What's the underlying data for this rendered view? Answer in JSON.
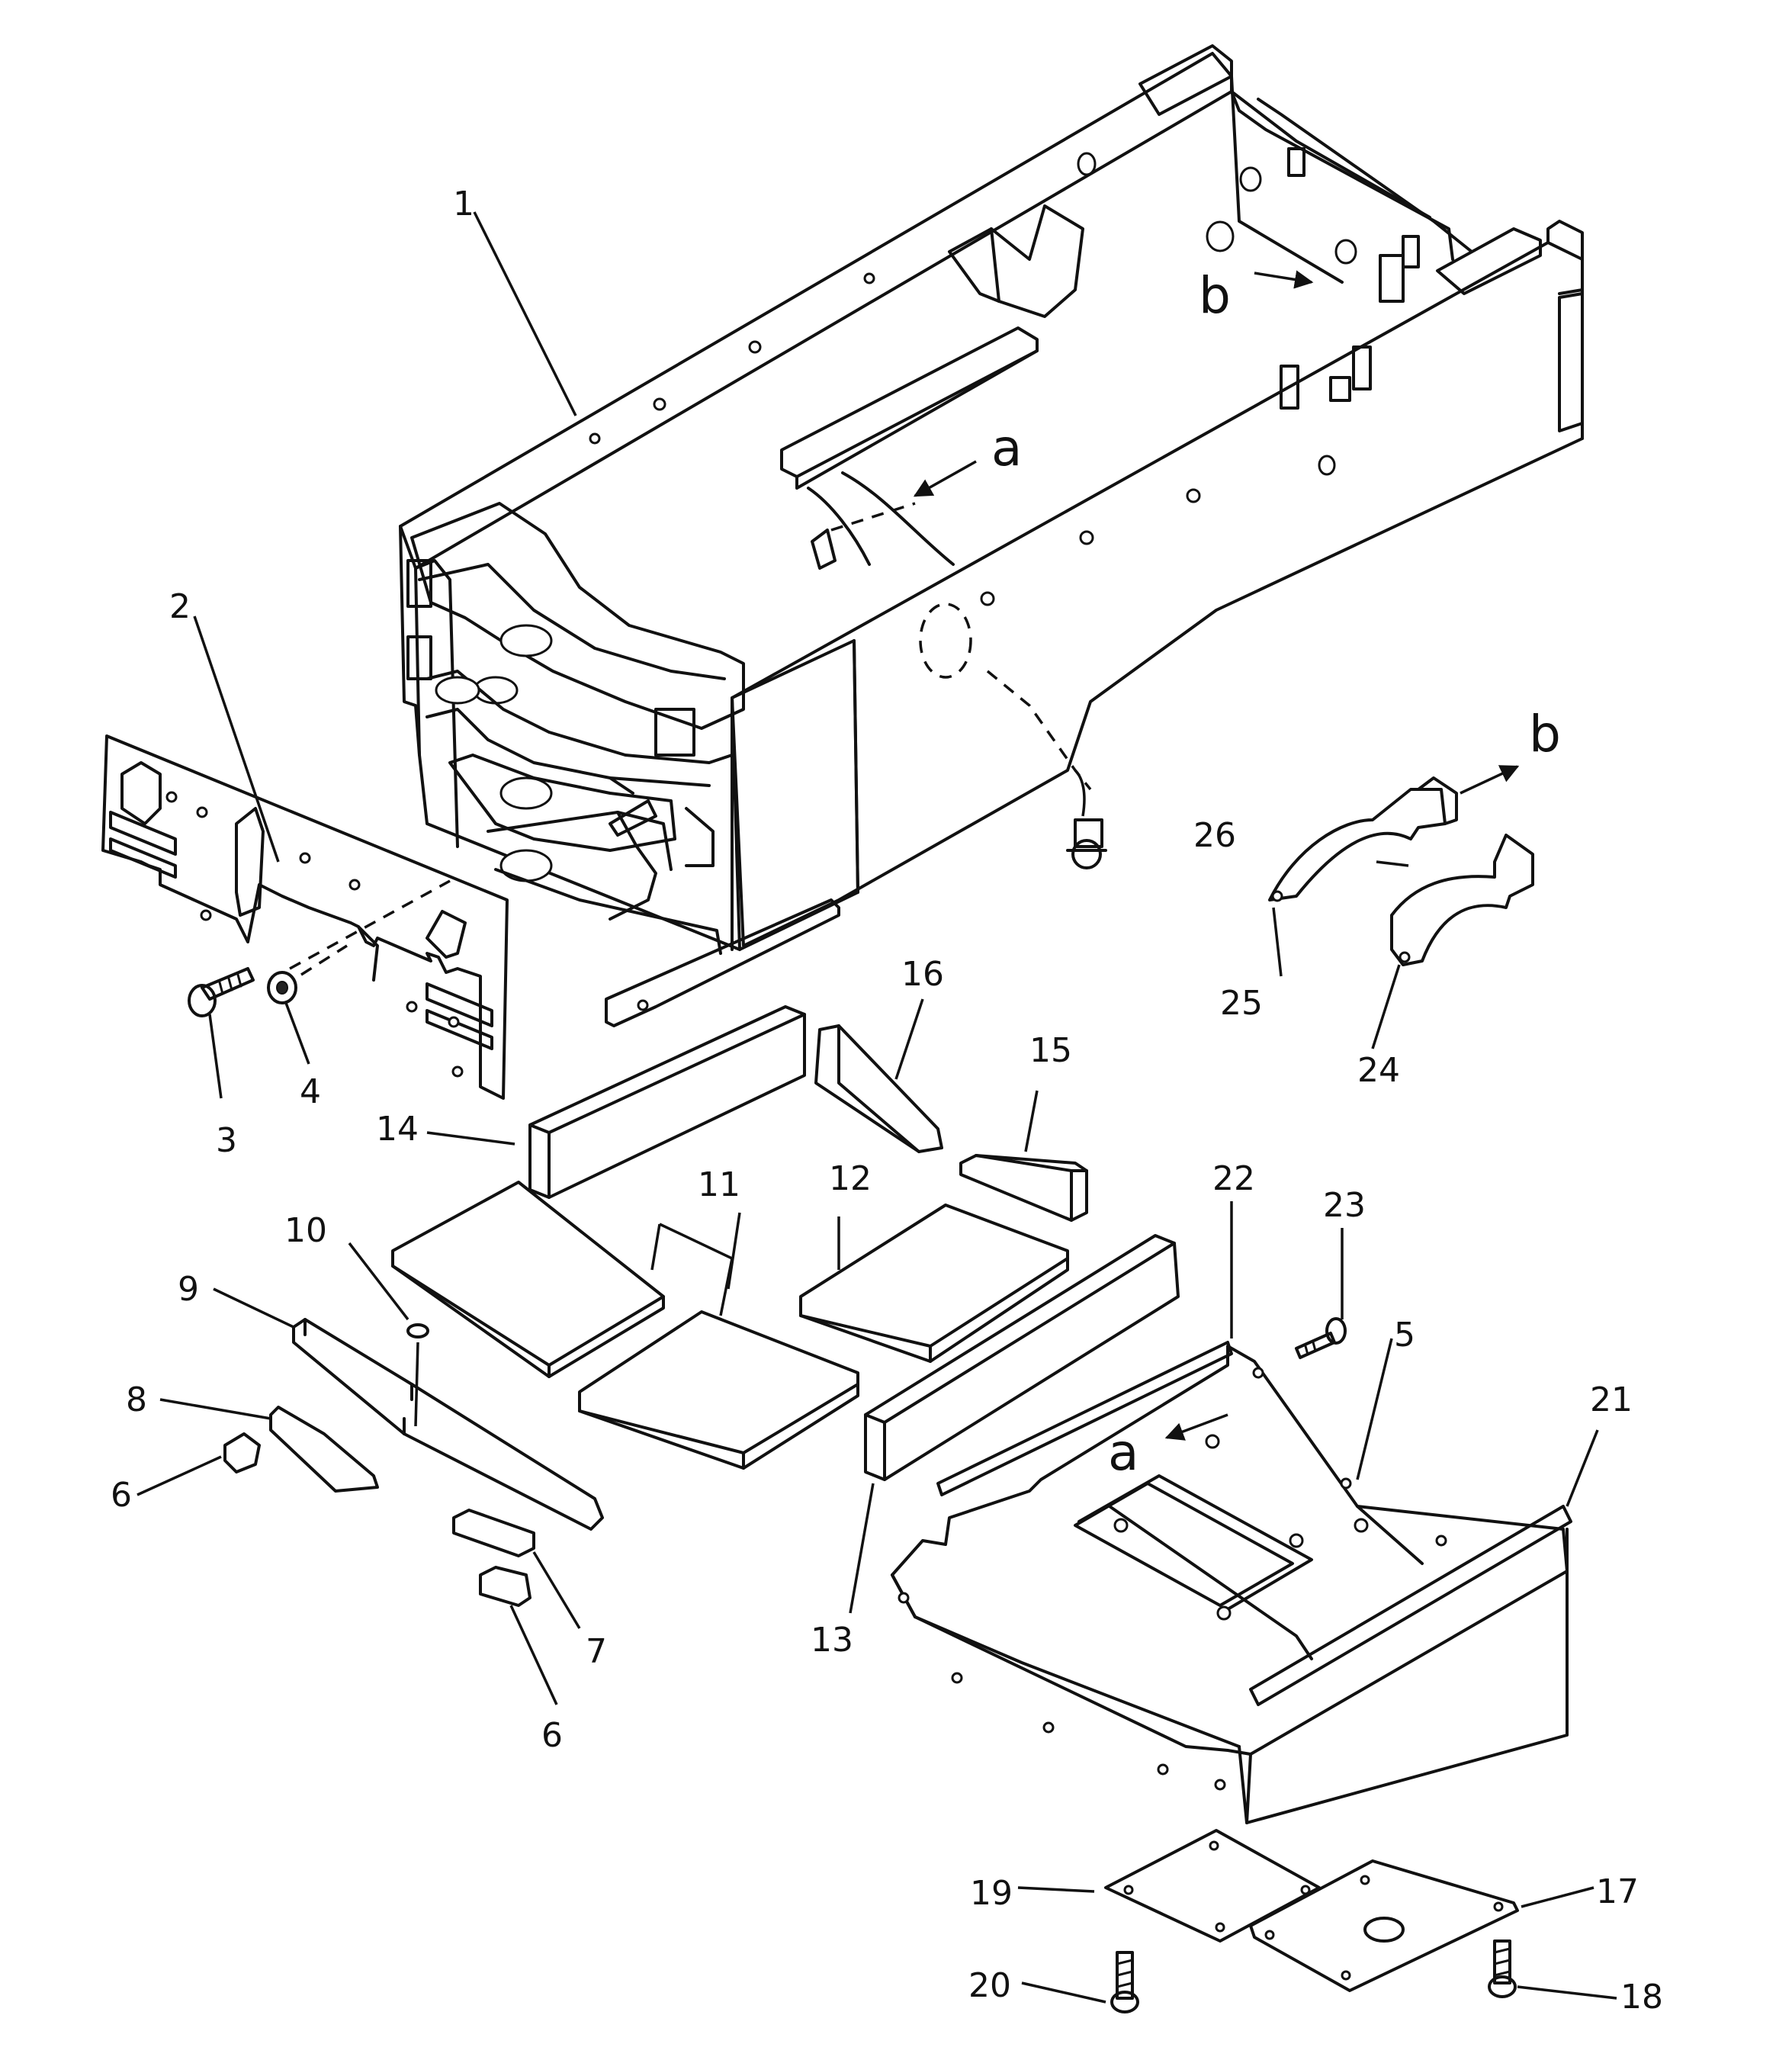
{
  "callouts": {
    "c1": "1",
    "c2": "2",
    "c3": "3",
    "c4": "4",
    "c5": "5",
    "c6a": "6",
    "c6b": "6",
    "c7": "7",
    "c8": "8",
    "c9": "9",
    "c10": "10",
    "c11": "11",
    "c12": "12",
    "c13": "13",
    "c14": "14",
    "c15": "15",
    "c16": "16",
    "c17": "17",
    "c18": "18",
    "c19": "19",
    "c20": "20",
    "c21": "21",
    "c22": "22",
    "c23": "23",
    "c24": "24",
    "c25": "25",
    "c26": "26"
  },
  "view_markers": {
    "a_top": "a",
    "b_top": "b",
    "b_right": "b",
    "a_bottom": "a"
  }
}
